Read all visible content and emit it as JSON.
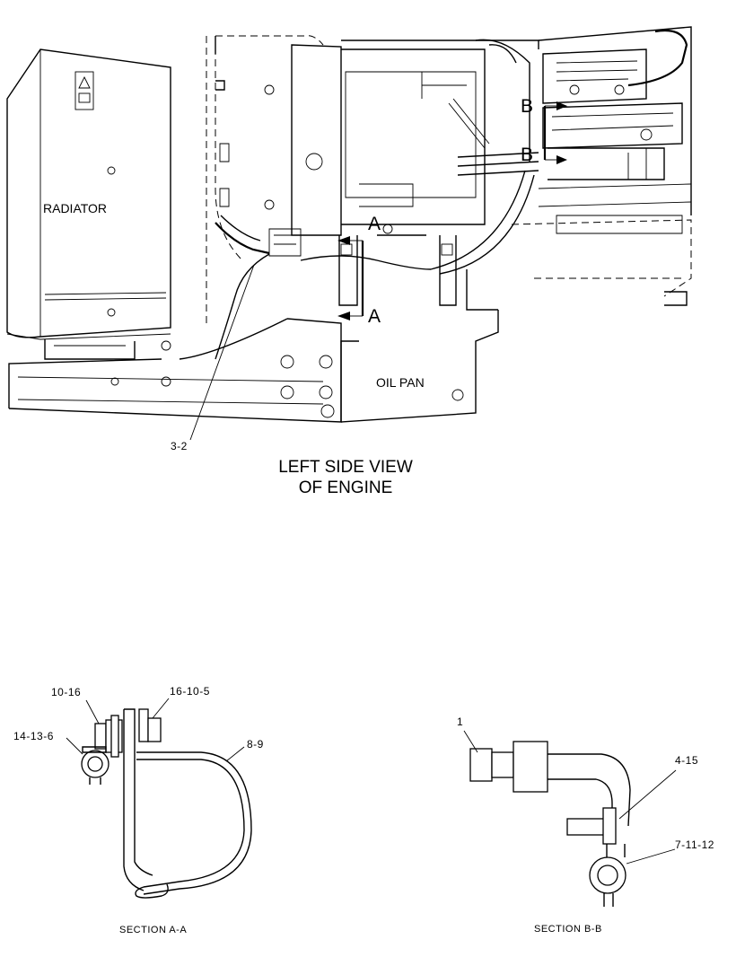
{
  "labels": {
    "radiator": "RADIATOR",
    "oil_pan": "OIL PAN",
    "section_marker_a": "A",
    "section_marker_b": "B",
    "view_title_line1": "LEFT SIDE VIEW",
    "view_title_line2": "OF ENGINE",
    "section_aa": "SECTION A-A",
    "section_bb": "SECTION B-B"
  },
  "callouts": {
    "c_3_2": "3-2",
    "c_10_16": "10-16",
    "c_16_10_5": "16-10-5",
    "c_14_13_6": "14-13-6",
    "c_8_9": "8-9",
    "c_1": "1",
    "c_4_15": "4-15",
    "c_7_11_12": "7-11-12"
  },
  "colors": {
    "line": "#000000",
    "background": "#ffffff"
  }
}
